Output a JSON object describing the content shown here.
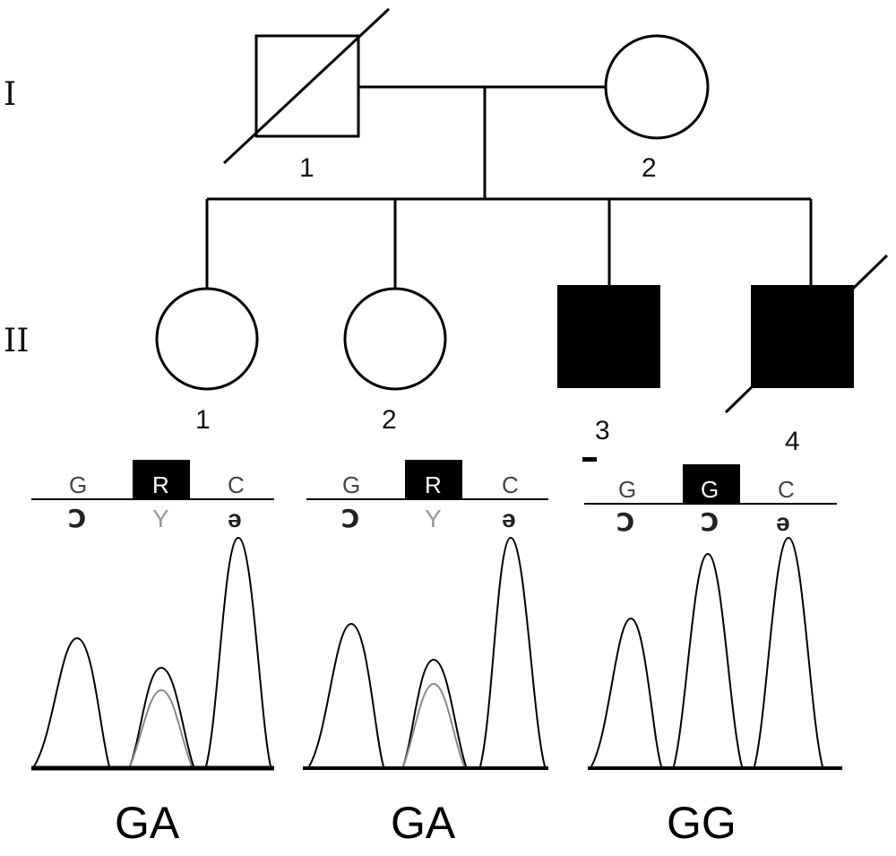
{
  "pedigree": {
    "generations": [
      "I",
      "II"
    ],
    "individuals": [
      {
        "id": "I-1",
        "number": "1",
        "sex": "male",
        "affected": false,
        "deceased": true
      },
      {
        "id": "I-2",
        "number": "2",
        "sex": "female",
        "affected": false,
        "deceased": false
      },
      {
        "id": "II-1",
        "number": "1",
        "sex": "female",
        "affected": false,
        "deceased": false
      },
      {
        "id": "II-2",
        "number": "2",
        "sex": "female",
        "affected": false,
        "deceased": false
      },
      {
        "id": "II-3",
        "number": "3",
        "sex": "male",
        "affected": true,
        "deceased": false
      },
      {
        "id": "II-4",
        "number": "4",
        "sex": "male",
        "affected": true,
        "deceased": true
      }
    ]
  },
  "chromatograms": [
    {
      "bases": [
        "G",
        "R",
        "C"
      ],
      "mirror": [
        "Ↄ",
        "Y",
        "ə"
      ],
      "highlight": "R",
      "genotype": "GA"
    },
    {
      "bases": [
        "G",
        "R",
        "C"
      ],
      "mirror": [
        "Ↄ",
        "Y",
        "ə"
      ],
      "highlight": "R",
      "genotype": "GA"
    },
    {
      "bases": [
        "G",
        "G",
        "C"
      ],
      "mirror": [
        "Ↄ",
        "Ↄ",
        "ə"
      ],
      "highlight": "G",
      "genotype": "GG"
    }
  ],
  "colors": {
    "line": "#000000",
    "affected_fill": "#000000",
    "trace_secondary": "#888888"
  }
}
